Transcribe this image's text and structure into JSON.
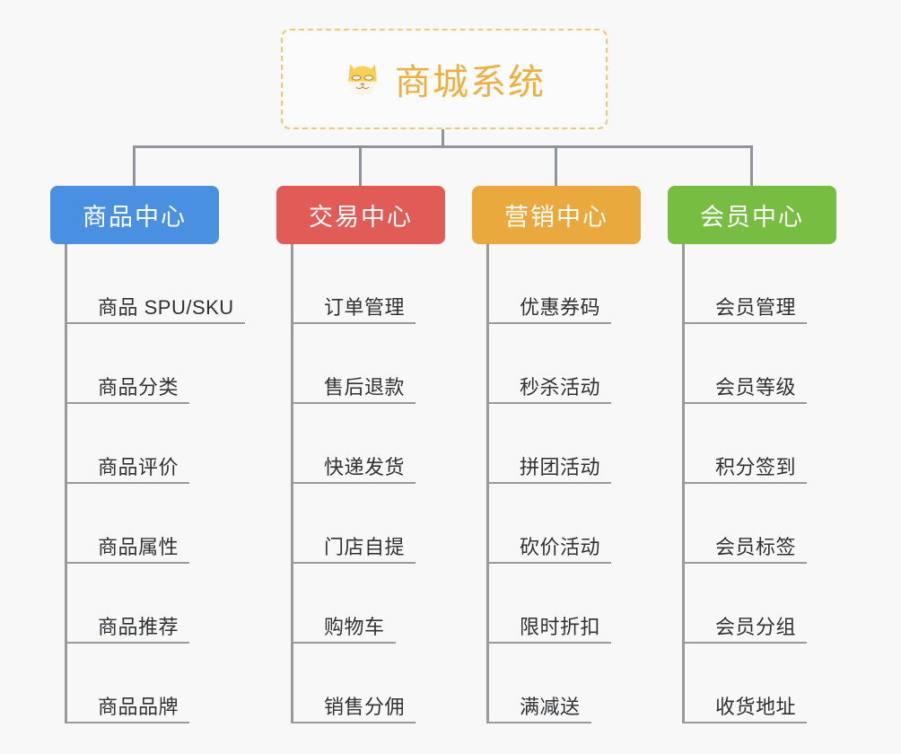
{
  "page": {
    "background_color": "#f8f8f8",
    "line_color": "#909399",
    "leaf_line_color": "#9a9a9a",
    "leaf_text_color": "#303133"
  },
  "root": {
    "icon": "dog-face-icon",
    "icon_glyph": "🐶",
    "title": "商城系统",
    "title_color": "#edb040",
    "border_color": "#f3c76b",
    "border_style": "dashed"
  },
  "branches": [
    {
      "id": "product-center",
      "label": "商品中心",
      "color": "#4a90e2",
      "items": [
        "商品 SPU/SKU",
        "商品分类",
        "商品评价",
        "商品属性",
        "商品推荐",
        "商品品牌"
      ]
    },
    {
      "id": "trade-center",
      "label": "交易中心",
      "color": "#e15b57",
      "items": [
        "订单管理",
        "售后退款",
        "快递发货",
        "门店自提",
        "购物车",
        "销售分佣"
      ]
    },
    {
      "id": "marketing-center",
      "label": "营销中心",
      "color": "#e9a93c",
      "items": [
        "优惠券码",
        "秒杀活动",
        "拼团活动",
        "砍价活动",
        "限时折扣",
        "满减送"
      ]
    },
    {
      "id": "member-center",
      "label": "会员中心",
      "color": "#77bd41",
      "items": [
        "会员管理",
        "会员等级",
        "积分签到",
        "会员标签",
        "会员分组",
        "收货地址"
      ]
    }
  ]
}
